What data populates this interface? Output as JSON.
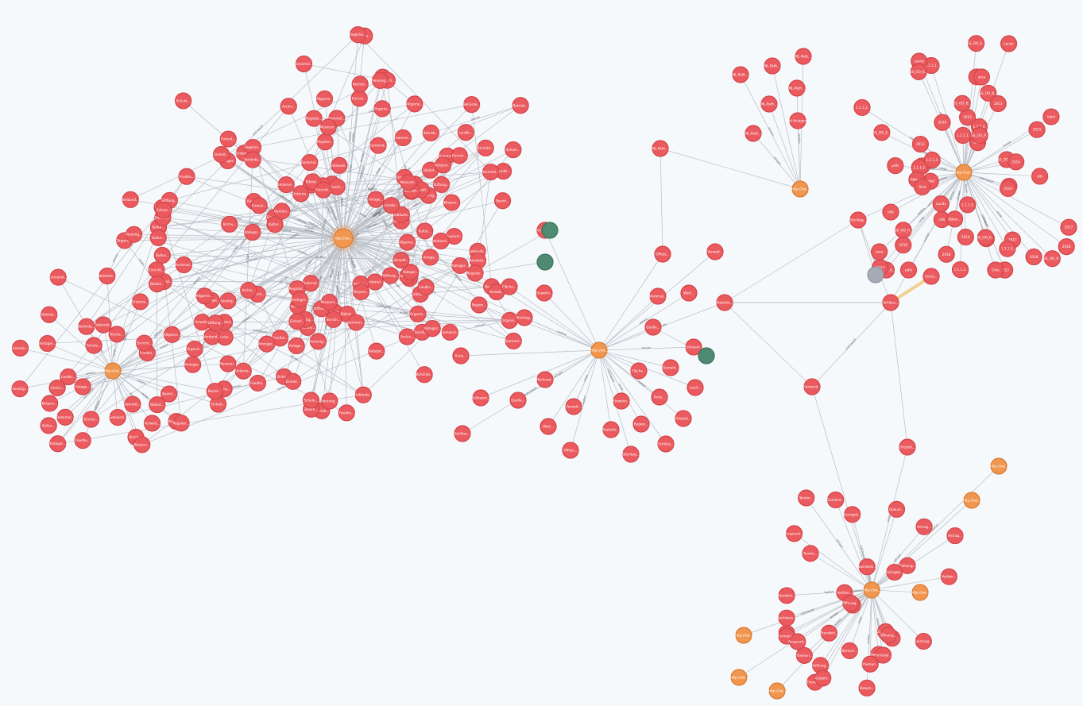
{
  "palette": {
    "background": "#f6f9fc",
    "class_node": "#ea5a5e",
    "class_node_stroke": "#d2454a",
    "hub_node": "#f0964f",
    "hub_node_stroke": "#d97b33",
    "instance_node": "#4f8a72",
    "instance_node_stroke": "#3e725d",
    "literal_node": "#a6abb5",
    "literal_node_stroke": "#8f949e",
    "highlight_edge": "#f2cf8e",
    "edge": "#b9bec5"
  },
  "graph": {
    "hub_labels": [
      "http://sw...",
      "http://sw...",
      "http://sw...",
      "http://sw...",
      "http://sw...",
      "http://sw..."
    ],
    "small_hub_labels": [
      "http://sw...",
      "http://sw...",
      "http://sw...",
      "http://sw...",
      "http://sw...",
      "http://sw..."
    ],
    "labels_a": [
      "Sammel...",
      "Gemein...",
      "Allgeme...",
      "Einrich...",
      "Schule...",
      "Verwalt...",
      "Betrieb...",
      "Kultur...",
      "Denkmal...",
      "Anlage...",
      "Organis...",
      "Vereinig...",
      "Einheit...",
      "Kategor...",
      "Stiftung...",
      "Gebäude...",
      "Register...",
      "Archiv...",
      "Bibliot...",
      "Museum...",
      "Landkr...",
      "Amtsger...",
      "Kirche...",
      "Friedho...",
      "Gemeind...",
      "Bezirk...",
      "Behörde...",
      "Körpers...",
      "Unterne...",
      "Verband...",
      "Einricht...",
      "Sonstig..."
    ],
    "labels_b": [
      "Offizie...",
      "Verwalt...",
      "Statistik...",
      "Einwohn...",
      "Fläche...",
      "Stichtag...",
      "Region...",
      "Kreis...",
      "Schlüss...",
      "Ortsteil...",
      "Gemark...",
      "Land...",
      "Zeitraum...",
      "Quelle...",
      "Merkmal...",
      "Wert..."
    ],
    "labels_c": [
      "SS_OO_B...",
      "SS_OO_E...",
      "SS_OO_K...",
      "SS_OO_P...",
      "2013",
      "2014",
      "2015",
      "2016",
      "2017",
      "2018",
      "1.1.1.1.",
      "1.1.1.2.",
      "1.1.1.3.",
      "rdfs",
      "label",
      "area",
      "Lands",
      "Orte",
      "pdfs",
      "Abbur..."
    ],
    "labels_d": [
      "NL-Path...",
      "NL-Path...",
      "NL-Path...",
      "NL-Path...",
      "NL-Path...",
      "Bild Anlagen...",
      "NL-Path..."
    ],
    "labels_e": [
      "Sachgeb...",
      "Themen...",
      "Zuständ...",
      "Bereich...",
      "Verfahr...",
      "Leistung...",
      "Formular...",
      "Dokum...",
      "Zahlung...",
      "Nachweis...",
      "Antrag...",
      "Gebühr...",
      "Ansprech...",
      "Standort...",
      "Öffnung...",
      "Termin..."
    ],
    "edge_terms": [
      "subClassOf",
      "rdf:type",
      "domain",
      "range",
      "hasPart",
      "seeAlso",
      "related"
    ]
  }
}
